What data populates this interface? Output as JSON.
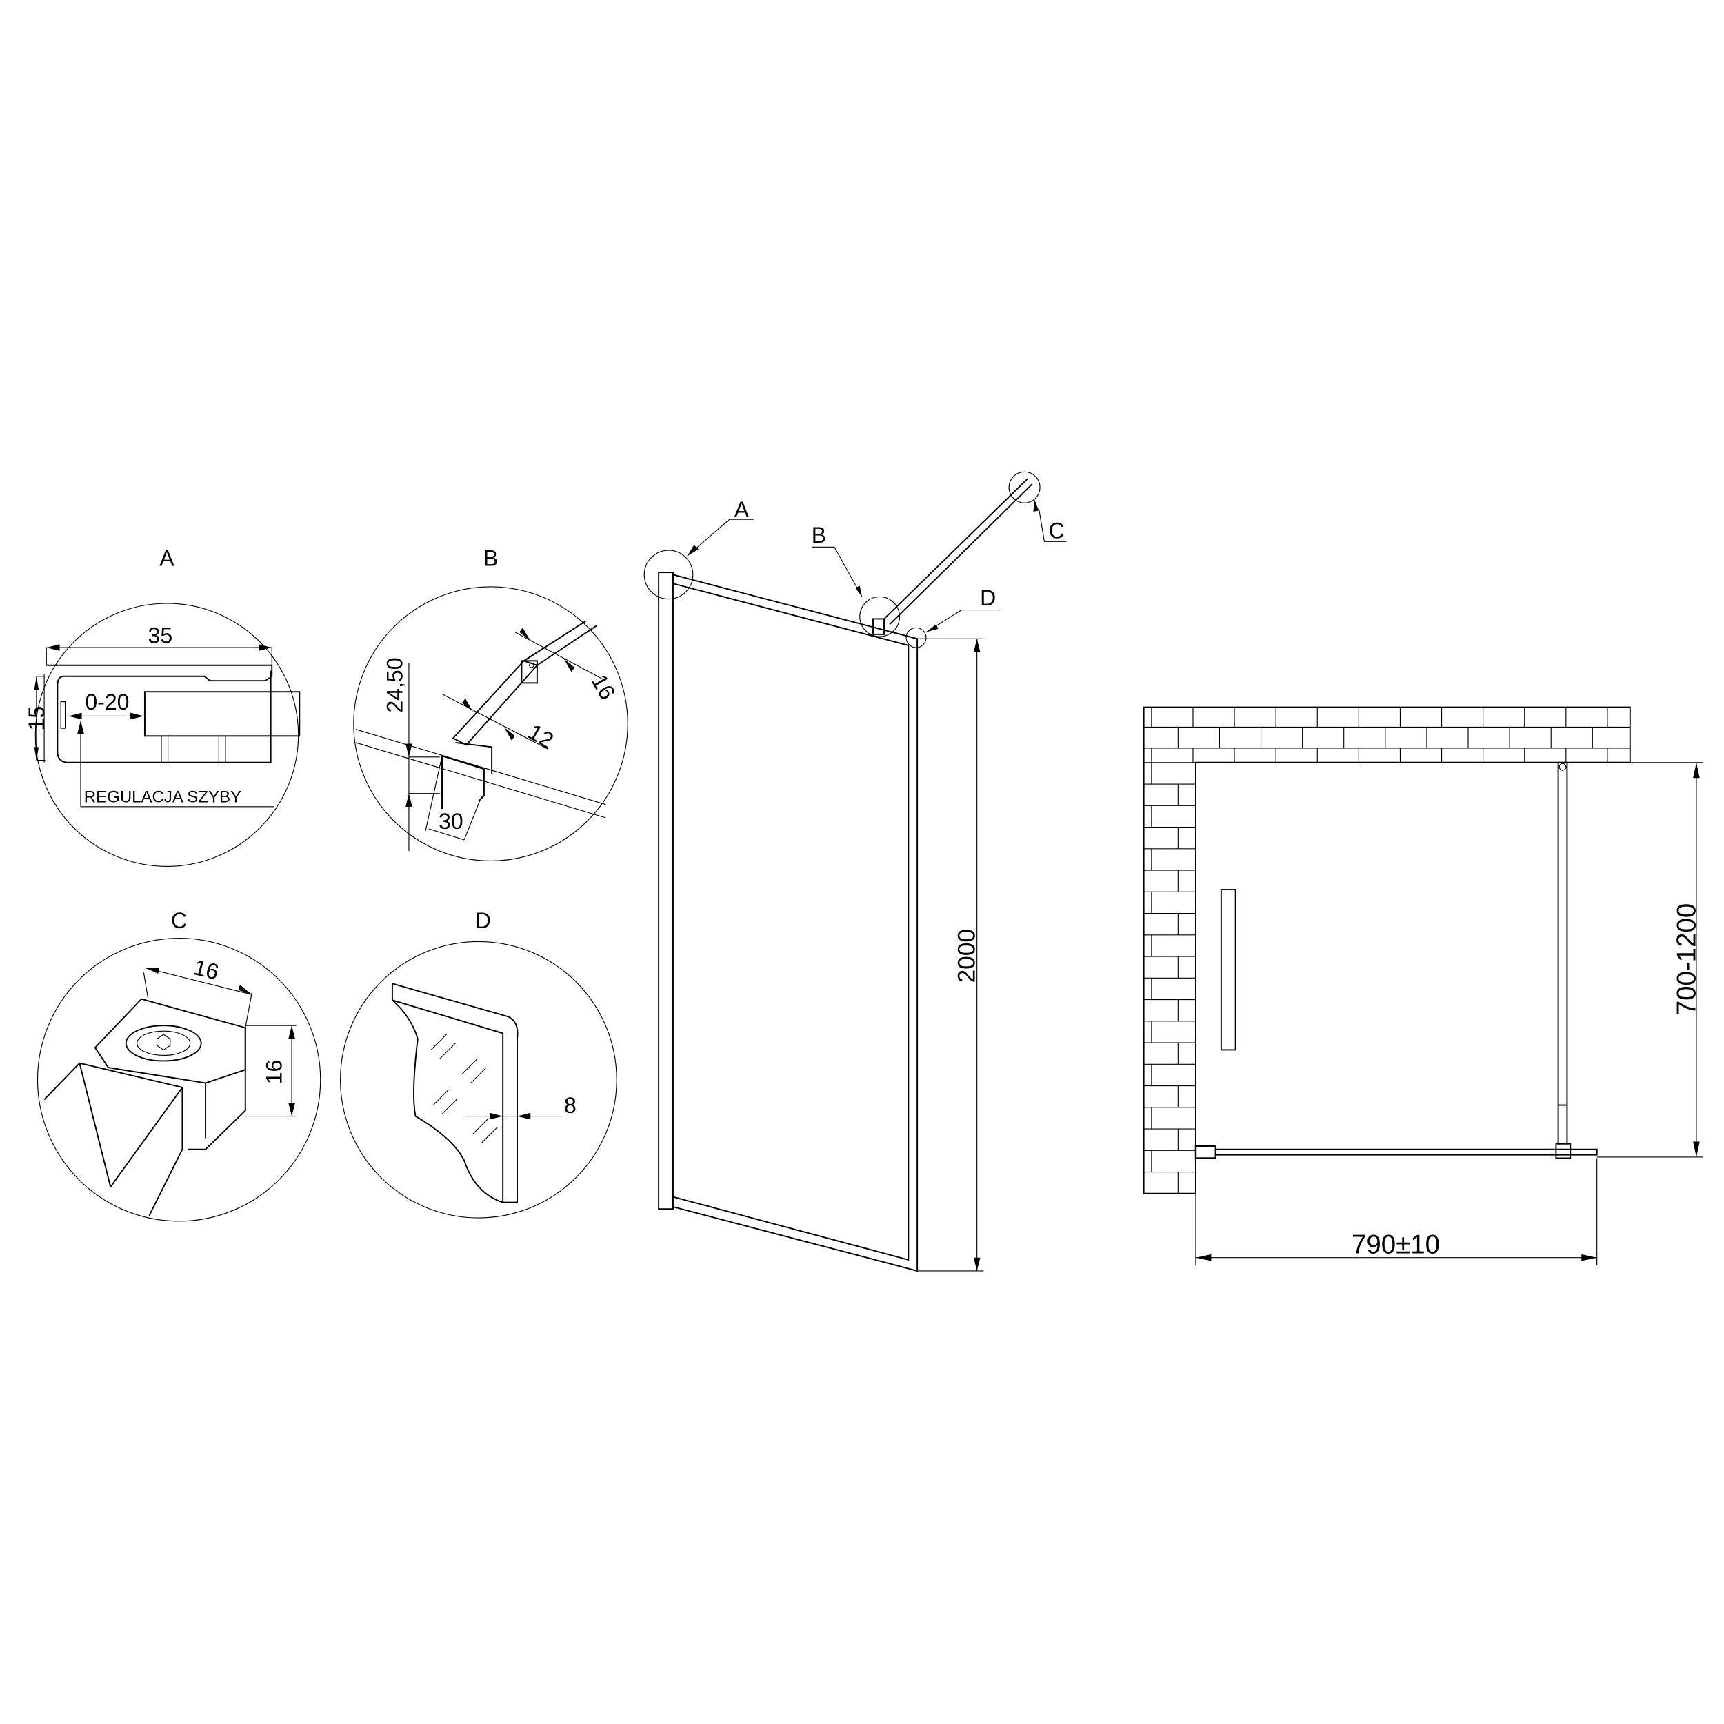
{
  "details": {
    "A": {
      "label": "A",
      "width": "35",
      "height": "15",
      "adjust": "0-20",
      "note": "REGULACJA SZYBY"
    },
    "B": {
      "label": "B",
      "height": "24,50",
      "bar_outer": "16",
      "bar_inner": "12",
      "bracket": "30"
    },
    "C": {
      "label": "C",
      "width": "16",
      "height": "16"
    },
    "D": {
      "label": "D",
      "glass": "8"
    }
  },
  "elevation": {
    "callouts": [
      "A",
      "B",
      "C",
      "D"
    ],
    "height": "2000"
  },
  "plan": {
    "depth": "700-1200",
    "width": "790±10"
  },
  "colors": {
    "line": "#000000",
    "background": "#ffffff"
  }
}
